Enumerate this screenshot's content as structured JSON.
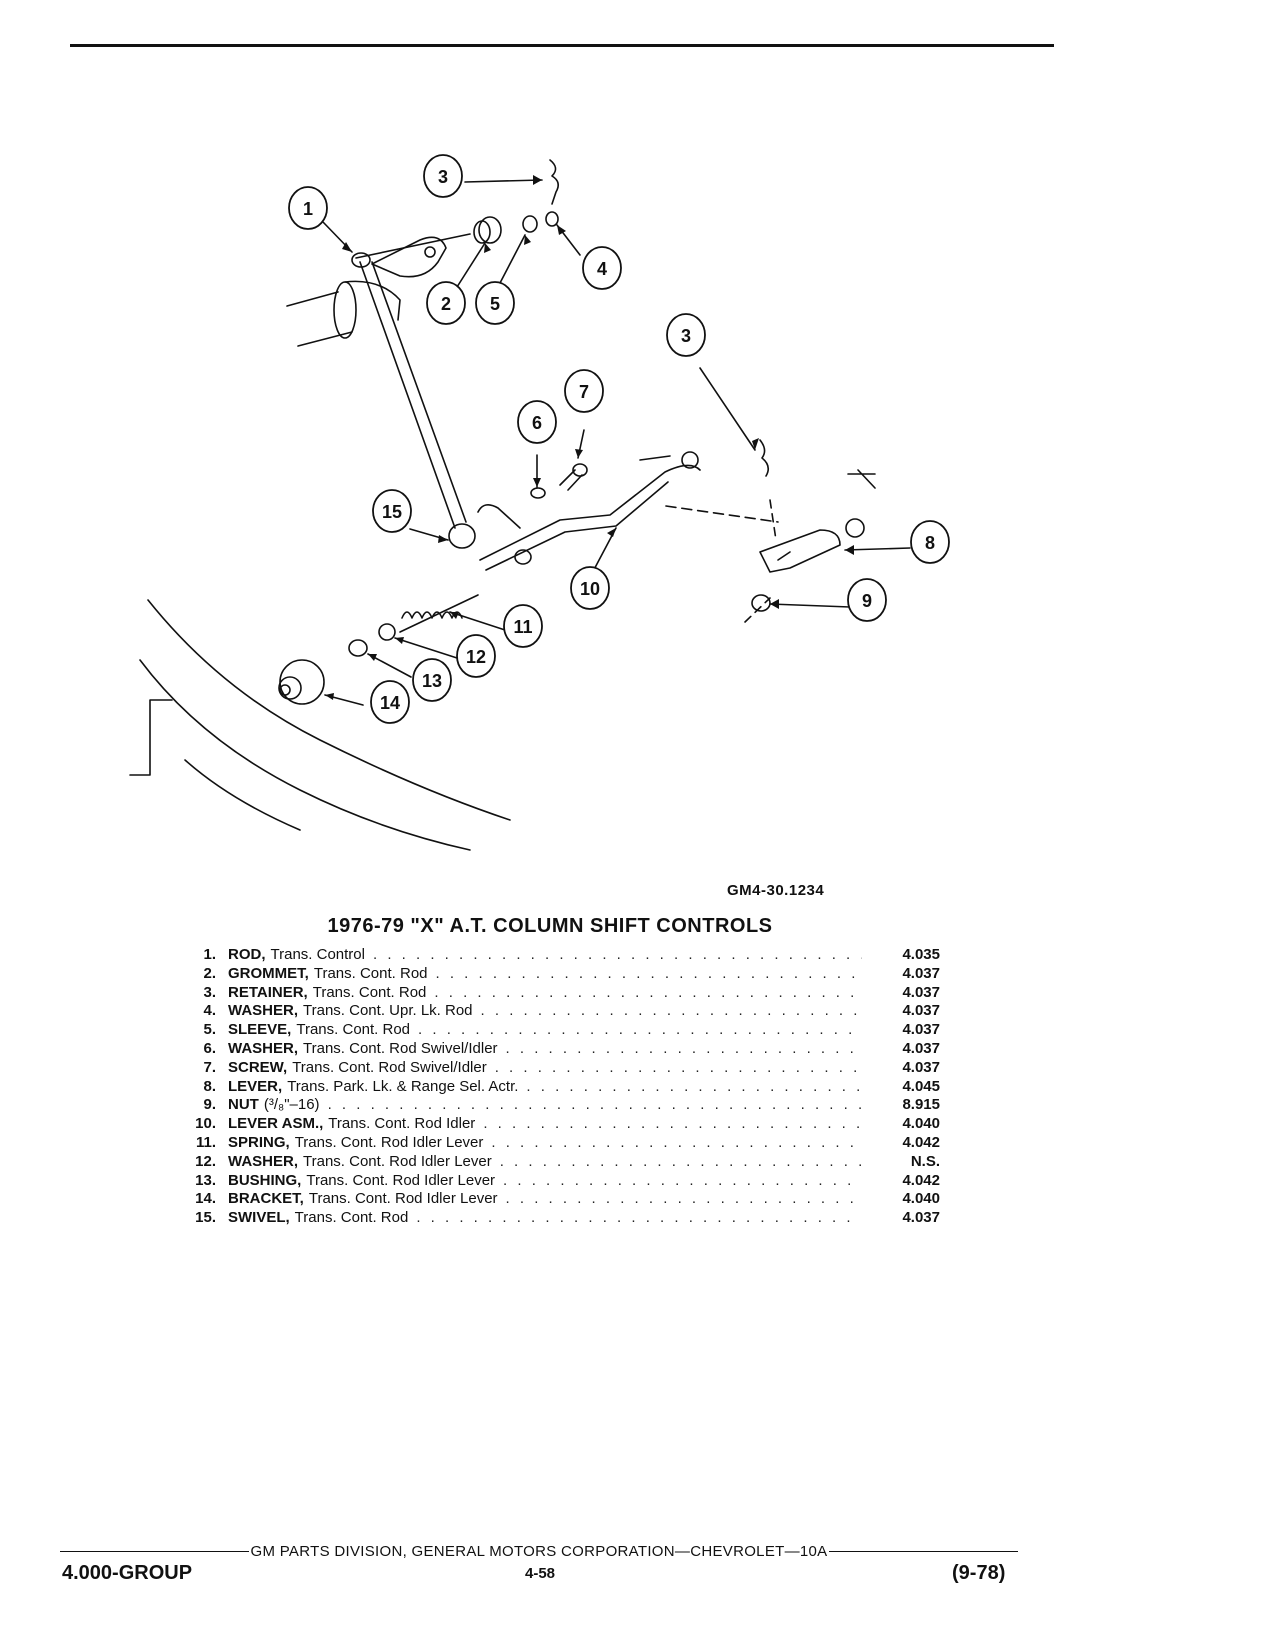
{
  "figure": {
    "id": "GM4-30.1234",
    "title": "1976-79 \"X\" A.T. COLUMN SHIFT CONTROLS",
    "callouts": [
      "1",
      "2",
      "3",
      "4",
      "5",
      "6",
      "7",
      "8",
      "9",
      "10",
      "11",
      "12",
      "13",
      "14",
      "15"
    ]
  },
  "parts": [
    {
      "num": "1.",
      "name": "ROD,",
      "desc": "Trans. Control",
      "ref": "4.035"
    },
    {
      "num": "2.",
      "name": "GROMMET,",
      "desc": "Trans. Cont. Rod",
      "ref": "4.037"
    },
    {
      "num": "3.",
      "name": "RETAINER,",
      "desc": "Trans. Cont. Rod",
      "ref": "4.037"
    },
    {
      "num": "4.",
      "name": "WASHER,",
      "desc": "Trans. Cont. Upr. Lk. Rod",
      "ref": "4.037"
    },
    {
      "num": "5.",
      "name": "SLEEVE,",
      "desc": "Trans. Cont. Rod",
      "ref": "4.037"
    },
    {
      "num": "6.",
      "name": "WASHER,",
      "desc": "Trans. Cont. Rod Swivel/Idler",
      "ref": "4.037"
    },
    {
      "num": "7.",
      "name": "SCREW,",
      "desc": "Trans. Cont. Rod Swivel/Idler",
      "ref": "4.037"
    },
    {
      "num": "8.",
      "name": "LEVER,",
      "desc": "Trans. Park. Lk. & Range Sel. Actr.",
      "ref": "4.045"
    },
    {
      "num": "9.",
      "name": "NUT",
      "desc": "(³/₈\"–16)",
      "ref": "8.915"
    },
    {
      "num": "10.",
      "name": "LEVER ASM.,",
      "desc": "Trans. Cont. Rod Idler",
      "ref": "4.040"
    },
    {
      "num": "11.",
      "name": "SPRING,",
      "desc": "Trans. Cont. Rod Idler Lever",
      "ref": "4.042"
    },
    {
      "num": "12.",
      "name": "WASHER,",
      "desc": "Trans. Cont. Rod Idler Lever",
      "ref": "N.S."
    },
    {
      "num": "13.",
      "name": "BUSHING,",
      "desc": "Trans. Cont. Rod Idler Lever",
      "ref": "4.042"
    },
    {
      "num": "14.",
      "name": "BRACKET,",
      "desc": "Trans. Cont. Rod Idler Lever",
      "ref": "4.040"
    },
    {
      "num": "15.",
      "name": "SWIVEL,",
      "desc": "Trans. Cont. Rod",
      "ref": "4.037"
    }
  ],
  "footer": {
    "organization": "GM PARTS DIVISION, GENERAL MOTORS CORPORATION—CHEVROLET—10A",
    "group": "4.000-GROUP",
    "page": "4-58",
    "date": "(9-78)"
  }
}
